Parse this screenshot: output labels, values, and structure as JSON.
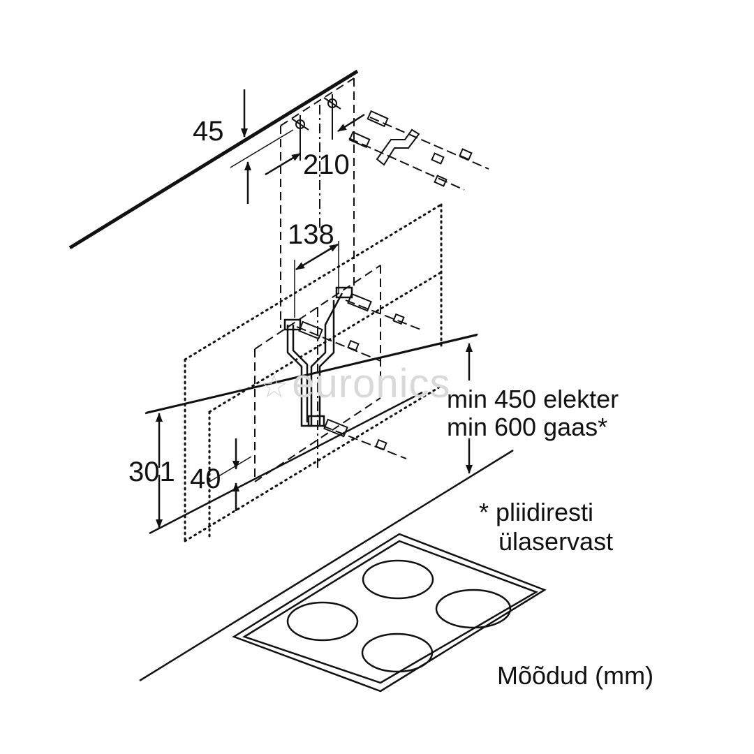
{
  "dimensions": {
    "d45": "45",
    "d210": "210",
    "d138": "138",
    "d301": "301",
    "d40": "40"
  },
  "notes": {
    "min_electric": "min 450 elekter",
    "min_gas": "min 600 gaas*",
    "footnote_line1": "* pliidiresti",
    "footnote_line2": "ülaservast",
    "units": "Mõõdud (mm)"
  },
  "watermark": "euronics",
  "colors": {
    "line": "#111111",
    "watermark": "#d9d9d9"
  }
}
